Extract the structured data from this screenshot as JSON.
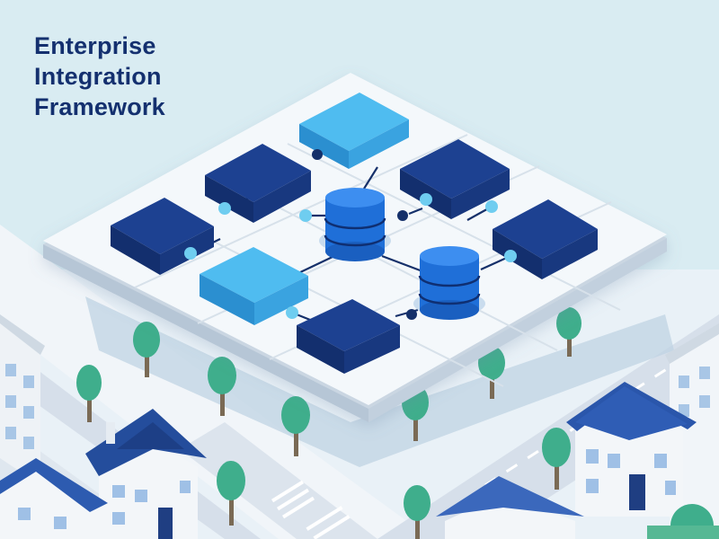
{
  "title": {
    "line1": "Enterprise",
    "line2": "Integration",
    "line3": "Framework"
  },
  "colors": {
    "sky": "#d9ecf2",
    "ground": "#edf3f8",
    "road": "#d4dde8",
    "platform_top": "#f4f8fb",
    "platform_edge": "#cbd8e4",
    "navy_block": "#1b3f8e",
    "light_block": "#43b0ec",
    "database": "#1f6fd8",
    "node_light": "#6fcdf0",
    "node_dark": "#15306a",
    "tree": "#3fae8c",
    "roof": "#244d9c",
    "house_wall": "#f3f6f9",
    "title": "#14306f"
  },
  "icons": {
    "block": "server-block-icon",
    "database": "database-cylinder-icon",
    "tree": "tree-icon",
    "house": "house-icon"
  }
}
